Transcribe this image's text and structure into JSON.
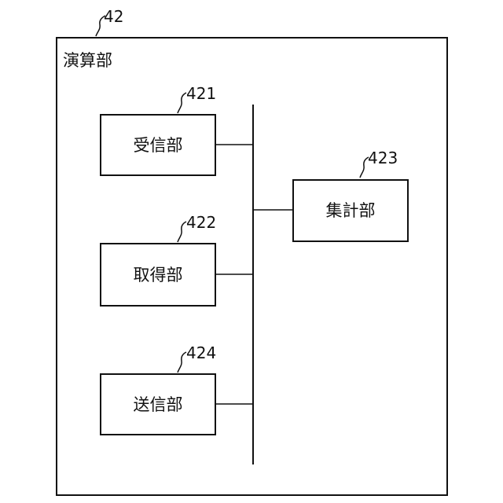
{
  "diagram": {
    "ref": "42",
    "title": "演算部",
    "blocks": {
      "receive": {
        "ref": "421",
        "label": "受信部"
      },
      "acquire": {
        "ref": "422",
        "label": "取得部"
      },
      "aggregate": {
        "ref": "423",
        "label": "集計部"
      },
      "transmit": {
        "ref": "424",
        "label": "送信部"
      }
    }
  }
}
